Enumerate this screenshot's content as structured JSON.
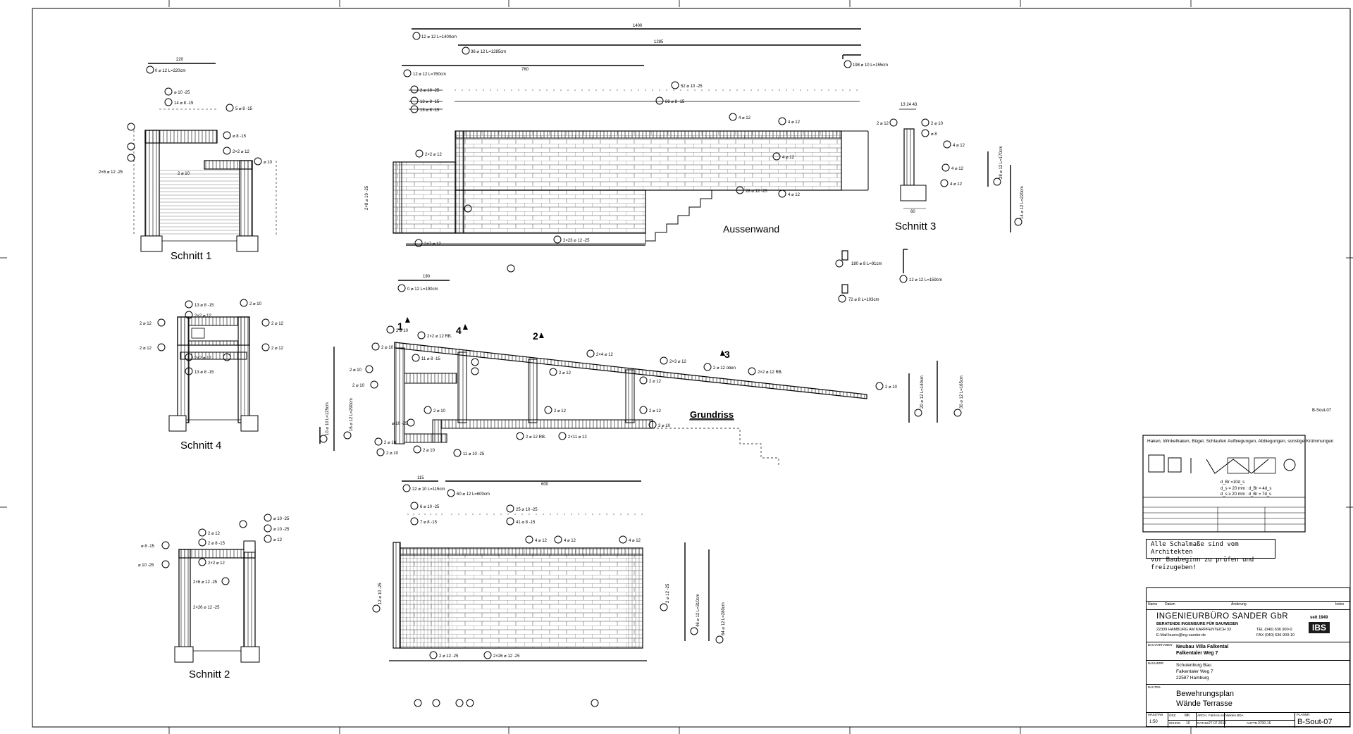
{
  "sections": {
    "schnitt1": "Schnitt 1",
    "schnitt4": "Schnitt 4",
    "schnitt2": "Schnitt 2",
    "schnitt3": "Schnitt 3",
    "aussenwand": "Aussenwand",
    "grundriss": "Grundriss"
  },
  "sheet_ref": "B-Sout-07",
  "bar_schedule": [
    {
      "id": "4",
      "text": "12 ⌀ 12 L=1400cm",
      "len": "1400"
    },
    {
      "id": "3",
      "text": "36 ⌀ 12 L=1285cm",
      "len": "1285"
    },
    {
      "id": "10",
      "text": "12 ⌀ 12 L=760cm",
      "len": "760"
    },
    {
      "id": "18",
      "text": "0 ⌀ 12 L=220cm",
      "len": "220"
    },
    {
      "id": "8",
      "text": "0 ⌀ 12 L=190cm",
      "len": "190"
    },
    {
      "id": "2",
      "text": "198 ⌀ 10 L=155cm",
      "len": ""
    },
    {
      "id": "16",
      "text": "22 ⌀ 10 L=115cm",
      "len": "115"
    },
    {
      "id": "7",
      "text": "60 ⌀ 12 L=600cm",
      "len": "600"
    },
    {
      "id": "11",
      "text": "180 ⌀ 8 L=91cm",
      "len": ""
    },
    {
      "id": "13",
      "text": "12 ⌀ 12 L=159cm",
      "len": ""
    },
    {
      "id": "12",
      "text": "72 ⌀ 8 L=103cm",
      "len": ""
    }
  ],
  "vertical_bars": [
    {
      "id": "15",
      "text": "28 ⌀ 12 L=170cm",
      "len": "170"
    },
    {
      "id": "5",
      "text": "14 ⌀ 12 L=220cm",
      "len": "220"
    },
    {
      "id": "14",
      "text": "16 ⌀ 12 L=290cm",
      "len": "290"
    },
    {
      "id": "20",
      "text": "10 ⌀ 10 L=125cm",
      "len": ""
    },
    {
      "id": "19",
      "text": "20 ⌀ 12 L=140cm",
      "len": "140"
    },
    {
      "id": "17",
      "text": "30 ⌀ 12 L=165cm",
      "len": "165"
    },
    {
      "id": "6",
      "text": "46 ⌀ 12 L=310cm",
      "len": "310"
    },
    {
      "id": "1",
      "text": "64 ⌀ 12 L=280cm",
      "len": "280"
    }
  ],
  "legend_box": {
    "title_left": "Haken, Winkelhaken, Bügel, Schlaufen",
    "title_right": "Aufbiegungen, Abbiegungen, sonstige Krümmungen"
  },
  "note": {
    "line1": "Alle Schalmaße sind vom Architekten",
    "line2": "vor Baubeginn zu prüfen und freizugeben!"
  },
  "title_block": {
    "col_name": "Name",
    "col_datum": "Datum",
    "col_aenderung": "Änderung",
    "col_index": "Index",
    "company": "INGENIEURBÜRO SANDER GbR",
    "company_sub": "BERATENDE INGENIEURE FÜR BAUWESEN",
    "address": "22309 HAMBURG AM KARPFENTEICH 33",
    "phone": "TEL (040) 636 900-0",
    "fax": "FAX (040) 636 900-10",
    "email": "E-Mail buero@ing-sander.de",
    "since": "seit 1949",
    "logo": "IBS",
    "label_bauvorhaben": "BAUVORHABEN",
    "bauvorhaben_1": "Neubau Villa Falkental",
    "bauvorhaben_2": "Falkentaler Weg 7",
    "label_bauherr": "BAUHERR",
    "bauherr_1": "Schulenburg Bau",
    "bauherr_2": "Falkentaler Weg 7",
    "bauherr_3": "22587 Hamburg",
    "label_bauteil": "BAUTEIL",
    "bauteil_1": "Bewehrungsplan",
    "bauteil_2": "Wände Terrasse",
    "label_massstab": "MASSTAB",
    "massstab": "1:50",
    "label_gez": "GEZ.",
    "gez": "MK",
    "label_arch": "ARCH.",
    "arch": "Fahl-Ira Architekten BDA",
    "label_plannr": "PLANNR.",
    "plannr": "B-Sout-07",
    "label_zchng": "ZCHNG.",
    "zchng": "10",
    "label_datum": "DATUM",
    "datum": "27.07.2016",
    "label_auftr": "AUFTR.",
    "auftr": "3700-16"
  }
}
